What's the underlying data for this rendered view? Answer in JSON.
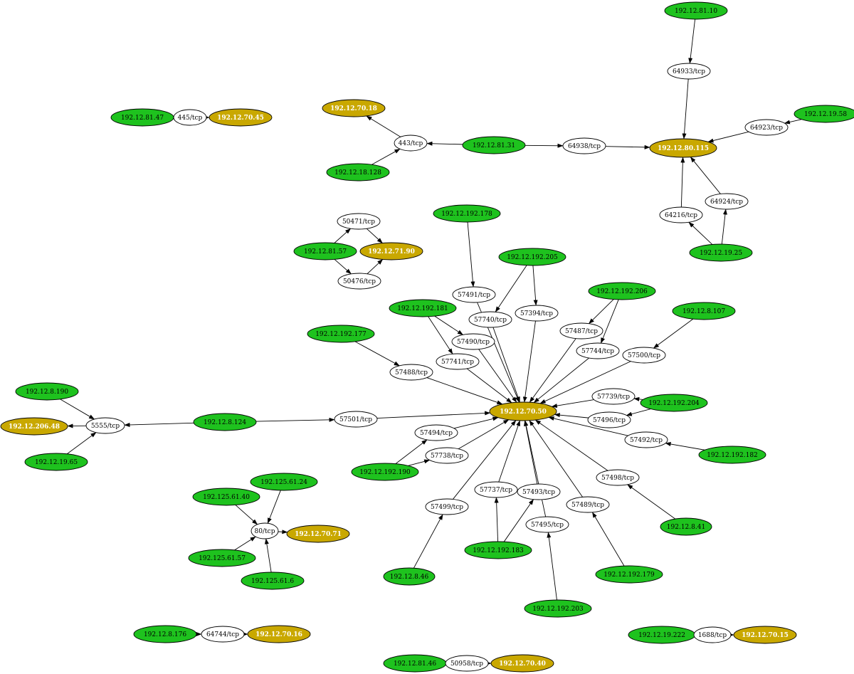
{
  "colors": {
    "host": "#1ec21e",
    "target": "#c9a800",
    "port": "#ffffff",
    "stroke": "#000000",
    "target_text": "#ffffff",
    "text": "#000000"
  },
  "nodes": [
    {
      "id": "h_81_47",
      "label": "192.12.81.47",
      "kind": "host"
    },
    {
      "id": "p_445",
      "label": "445/tcp",
      "kind": "port"
    },
    {
      "id": "t_70_45",
      "label": "192.12.70.45",
      "kind": "target"
    },
    {
      "id": "t_70_18",
      "label": "192.12.70.18",
      "kind": "target"
    },
    {
      "id": "p_443",
      "label": "443/tcp",
      "kind": "port"
    },
    {
      "id": "h_18_128",
      "label": "192.12.18.128",
      "kind": "host"
    },
    {
      "id": "h_81_31",
      "label": "192.12.81.31",
      "kind": "host"
    },
    {
      "id": "p_64938",
      "label": "64938/tcp",
      "kind": "port"
    },
    {
      "id": "t_80_115",
      "label": "192.12.80.115",
      "kind": "target"
    },
    {
      "id": "h_81_10",
      "label": "192.12.81.10",
      "kind": "host"
    },
    {
      "id": "p_64933",
      "label": "64933/tcp",
      "kind": "port"
    },
    {
      "id": "h_19_58",
      "label": "192.12.19.58",
      "kind": "host"
    },
    {
      "id": "p_64923",
      "label": "64923/tcp",
      "kind": "port"
    },
    {
      "id": "p_64216",
      "label": "64216/tcp",
      "kind": "port"
    },
    {
      "id": "p_64924",
      "label": "64924/tcp",
      "kind": "port"
    },
    {
      "id": "h_19_25",
      "label": "192.12.19.25",
      "kind": "host"
    },
    {
      "id": "p_50471",
      "label": "50471/tcp",
      "kind": "port"
    },
    {
      "id": "h_81_57",
      "label": "192.12.81.57",
      "kind": "host"
    },
    {
      "id": "t_71_90",
      "label": "192.12.71.90",
      "kind": "target"
    },
    {
      "id": "p_50476",
      "label": "50476/tcp",
      "kind": "port"
    },
    {
      "id": "t_70_50",
      "label": "192.12.70.50",
      "kind": "target"
    },
    {
      "id": "h_192_178",
      "label": "192.12.192.178",
      "kind": "host"
    },
    {
      "id": "p_57491",
      "label": "57491/tcp",
      "kind": "port"
    },
    {
      "id": "h_192_205",
      "label": "192.12.192.205",
      "kind": "host"
    },
    {
      "id": "p_57740",
      "label": "57740/tcp",
      "kind": "port"
    },
    {
      "id": "p_57394",
      "label": "57394/tcp",
      "kind": "port"
    },
    {
      "id": "h_192_206",
      "label": "192.12.192.206",
      "kind": "host"
    },
    {
      "id": "p_57487",
      "label": "57487/tcp",
      "kind": "port"
    },
    {
      "id": "p_57744",
      "label": "57744/tcp",
      "kind": "port"
    },
    {
      "id": "h_8_107",
      "label": "192.12.8.107",
      "kind": "host"
    },
    {
      "id": "p_57500",
      "label": "57500/tcp",
      "kind": "port"
    },
    {
      "id": "h_192_181",
      "label": "192.12.192.181",
      "kind": "host"
    },
    {
      "id": "p_57490",
      "label": "57490/tcp",
      "kind": "port"
    },
    {
      "id": "p_57741",
      "label": "57741/tcp",
      "kind": "port"
    },
    {
      "id": "h_192_177",
      "label": "192.12.192.177",
      "kind": "host"
    },
    {
      "id": "p_57488",
      "label": "57488/tcp",
      "kind": "port"
    },
    {
      "id": "p_57501",
      "label": "57501/tcp",
      "kind": "port"
    },
    {
      "id": "h_8_124",
      "label": "192.12.8.124",
      "kind": "host"
    },
    {
      "id": "p_57739",
      "label": "57739/tcp",
      "kind": "port"
    },
    {
      "id": "h_192_204",
      "label": "192.12.192.204",
      "kind": "host"
    },
    {
      "id": "p_57496",
      "label": "57496/tcp",
      "kind": "port"
    },
    {
      "id": "p_57492",
      "label": "57492/tcp",
      "kind": "port"
    },
    {
      "id": "h_192_182",
      "label": "192.12.192.182",
      "kind": "host"
    },
    {
      "id": "p_57494",
      "label": "57494/tcp",
      "kind": "port"
    },
    {
      "id": "p_57738",
      "label": "57738/tcp",
      "kind": "port"
    },
    {
      "id": "h_192_190",
      "label": "192.12.192.190",
      "kind": "host"
    },
    {
      "id": "p_57498",
      "label": "57498/tcp",
      "kind": "port"
    },
    {
      "id": "h_8_41",
      "label": "192.12.8.41",
      "kind": "host"
    },
    {
      "id": "p_57737",
      "label": "57737/tcp",
      "kind": "port"
    },
    {
      "id": "p_57493",
      "label": "57493/tcp",
      "kind": "port"
    },
    {
      "id": "p_57499",
      "label": "57499/tcp",
      "kind": "port"
    },
    {
      "id": "p_57489",
      "label": "57489/tcp",
      "kind": "port"
    },
    {
      "id": "p_57495",
      "label": "57495/tcp",
      "kind": "port"
    },
    {
      "id": "h_192_183",
      "label": "192.12.192.183",
      "kind": "host"
    },
    {
      "id": "h_8_46",
      "label": "192.12.8.46",
      "kind": "host"
    },
    {
      "id": "h_192_179",
      "label": "192.12.192.179",
      "kind": "host"
    },
    {
      "id": "h_192_203",
      "label": "192.12.192.203",
      "kind": "host"
    },
    {
      "id": "h_8_190",
      "label": "192.12.8.190",
      "kind": "host"
    },
    {
      "id": "p_5555",
      "label": "5555/tcp",
      "kind": "port"
    },
    {
      "id": "t_206_48",
      "label": "192.12.206.48",
      "kind": "target"
    },
    {
      "id": "h_19_65",
      "label": "192.12.19.65",
      "kind": "host"
    },
    {
      "id": "h_125_61_40",
      "label": "192.125.61.40",
      "kind": "host"
    },
    {
      "id": "h_125_61_24",
      "label": "192.125.61.24",
      "kind": "host"
    },
    {
      "id": "p_80",
      "label": "80/tcp",
      "kind": "port"
    },
    {
      "id": "t_70_71",
      "label": "192.12.70.71",
      "kind": "target"
    },
    {
      "id": "h_125_61_57",
      "label": "192.125.61.57",
      "kind": "host"
    },
    {
      "id": "h_125_61_6",
      "label": "192.125.61.6",
      "kind": "host"
    },
    {
      "id": "h_8_176",
      "label": "192.12.8.176",
      "kind": "host"
    },
    {
      "id": "p_64744",
      "label": "64744/tcp",
      "kind": "port"
    },
    {
      "id": "t_70_16",
      "label": "192.12.70.16",
      "kind": "target"
    },
    {
      "id": "h_19_222",
      "label": "192.12.19.222",
      "kind": "host"
    },
    {
      "id": "p_1688",
      "label": "1688/tcp",
      "kind": "port"
    },
    {
      "id": "t_70_15",
      "label": "192.12.70.15",
      "kind": "target"
    },
    {
      "id": "h_81_46",
      "label": "192.12.81.46",
      "kind": "host"
    },
    {
      "id": "p_50958",
      "label": "50958/tcp",
      "kind": "port"
    },
    {
      "id": "t_70_40",
      "label": "192.12.70.40",
      "kind": "target"
    }
  ],
  "edges": [
    [
      "h_81_47",
      "p_445"
    ],
    [
      "p_445",
      "t_70_45"
    ],
    [
      "p_443",
      "t_70_18"
    ],
    [
      "h_18_128",
      "p_443"
    ],
    [
      "h_81_31",
      "p_443"
    ],
    [
      "h_81_31",
      "p_64938"
    ],
    [
      "p_64938",
      "t_80_115"
    ],
    [
      "h_81_10",
      "p_64933"
    ],
    [
      "p_64933",
      "t_80_115"
    ],
    [
      "h_19_58",
      "p_64923"
    ],
    [
      "p_64923",
      "t_80_115"
    ],
    [
      "h_19_25",
      "p_64216"
    ],
    [
      "p_64216",
      "t_80_115"
    ],
    [
      "h_19_25",
      "p_64924"
    ],
    [
      "p_64924",
      "t_80_115"
    ],
    [
      "h_81_57",
      "p_50471"
    ],
    [
      "p_50471",
      "t_71_90"
    ],
    [
      "h_81_57",
      "p_50476"
    ],
    [
      "p_50476",
      "t_71_90"
    ],
    [
      "h_192_178",
      "p_57491"
    ],
    [
      "p_57491",
      "t_70_50"
    ],
    [
      "h_192_205",
      "p_57740"
    ],
    [
      "p_57740",
      "t_70_50"
    ],
    [
      "h_192_205",
      "p_57394"
    ],
    [
      "p_57394",
      "t_70_50"
    ],
    [
      "h_192_206",
      "p_57487"
    ],
    [
      "p_57487",
      "t_70_50"
    ],
    [
      "h_192_206",
      "p_57744"
    ],
    [
      "p_57744",
      "t_70_50"
    ],
    [
      "h_8_107",
      "p_57500"
    ],
    [
      "p_57500",
      "t_70_50"
    ],
    [
      "h_192_181",
      "p_57490"
    ],
    [
      "p_57490",
      "t_70_50"
    ],
    [
      "h_192_181",
      "p_57741"
    ],
    [
      "p_57741",
      "t_70_50"
    ],
    [
      "h_192_177",
      "p_57488"
    ],
    [
      "p_57488",
      "t_70_50"
    ],
    [
      "h_8_124",
      "p_57501"
    ],
    [
      "p_57501",
      "t_70_50"
    ],
    [
      "h_192_204",
      "p_57739"
    ],
    [
      "p_57739",
      "t_70_50"
    ],
    [
      "h_192_204",
      "p_57496"
    ],
    [
      "p_57496",
      "t_70_50"
    ],
    [
      "h_192_182",
      "p_57492"
    ],
    [
      "p_57492",
      "t_70_50"
    ],
    [
      "h_192_190",
      "p_57494"
    ],
    [
      "p_57494",
      "t_70_50"
    ],
    [
      "h_192_190",
      "p_57738"
    ],
    [
      "p_57738",
      "t_70_50"
    ],
    [
      "h_8_41",
      "p_57498"
    ],
    [
      "p_57498",
      "t_70_50"
    ],
    [
      "h_192_183",
      "p_57737"
    ],
    [
      "p_57737",
      "t_70_50"
    ],
    [
      "h_192_183",
      "p_57493"
    ],
    [
      "p_57493",
      "t_70_50"
    ],
    [
      "h_8_46",
      "p_57499"
    ],
    [
      "p_57499",
      "t_70_50"
    ],
    [
      "h_192_179",
      "p_57489"
    ],
    [
      "p_57489",
      "t_70_50"
    ],
    [
      "h_192_203",
      "p_57495"
    ],
    [
      "p_57495",
      "t_70_50"
    ],
    [
      "h_8_124",
      "p_5555"
    ],
    [
      "h_8_190",
      "p_5555"
    ],
    [
      "h_19_65",
      "p_5555"
    ],
    [
      "p_5555",
      "t_206_48"
    ],
    [
      "h_125_61_40",
      "p_80"
    ],
    [
      "h_125_61_24",
      "p_80"
    ],
    [
      "h_125_61_57",
      "p_80"
    ],
    [
      "h_125_61_6",
      "p_80"
    ],
    [
      "p_80",
      "t_70_71"
    ],
    [
      "h_8_176",
      "p_64744"
    ],
    [
      "p_64744",
      "t_70_16"
    ],
    [
      "h_19_222",
      "p_1688"
    ],
    [
      "p_1688",
      "t_70_15"
    ],
    [
      "h_81_46",
      "p_50958"
    ],
    [
      "p_50958",
      "t_70_40"
    ]
  ]
}
